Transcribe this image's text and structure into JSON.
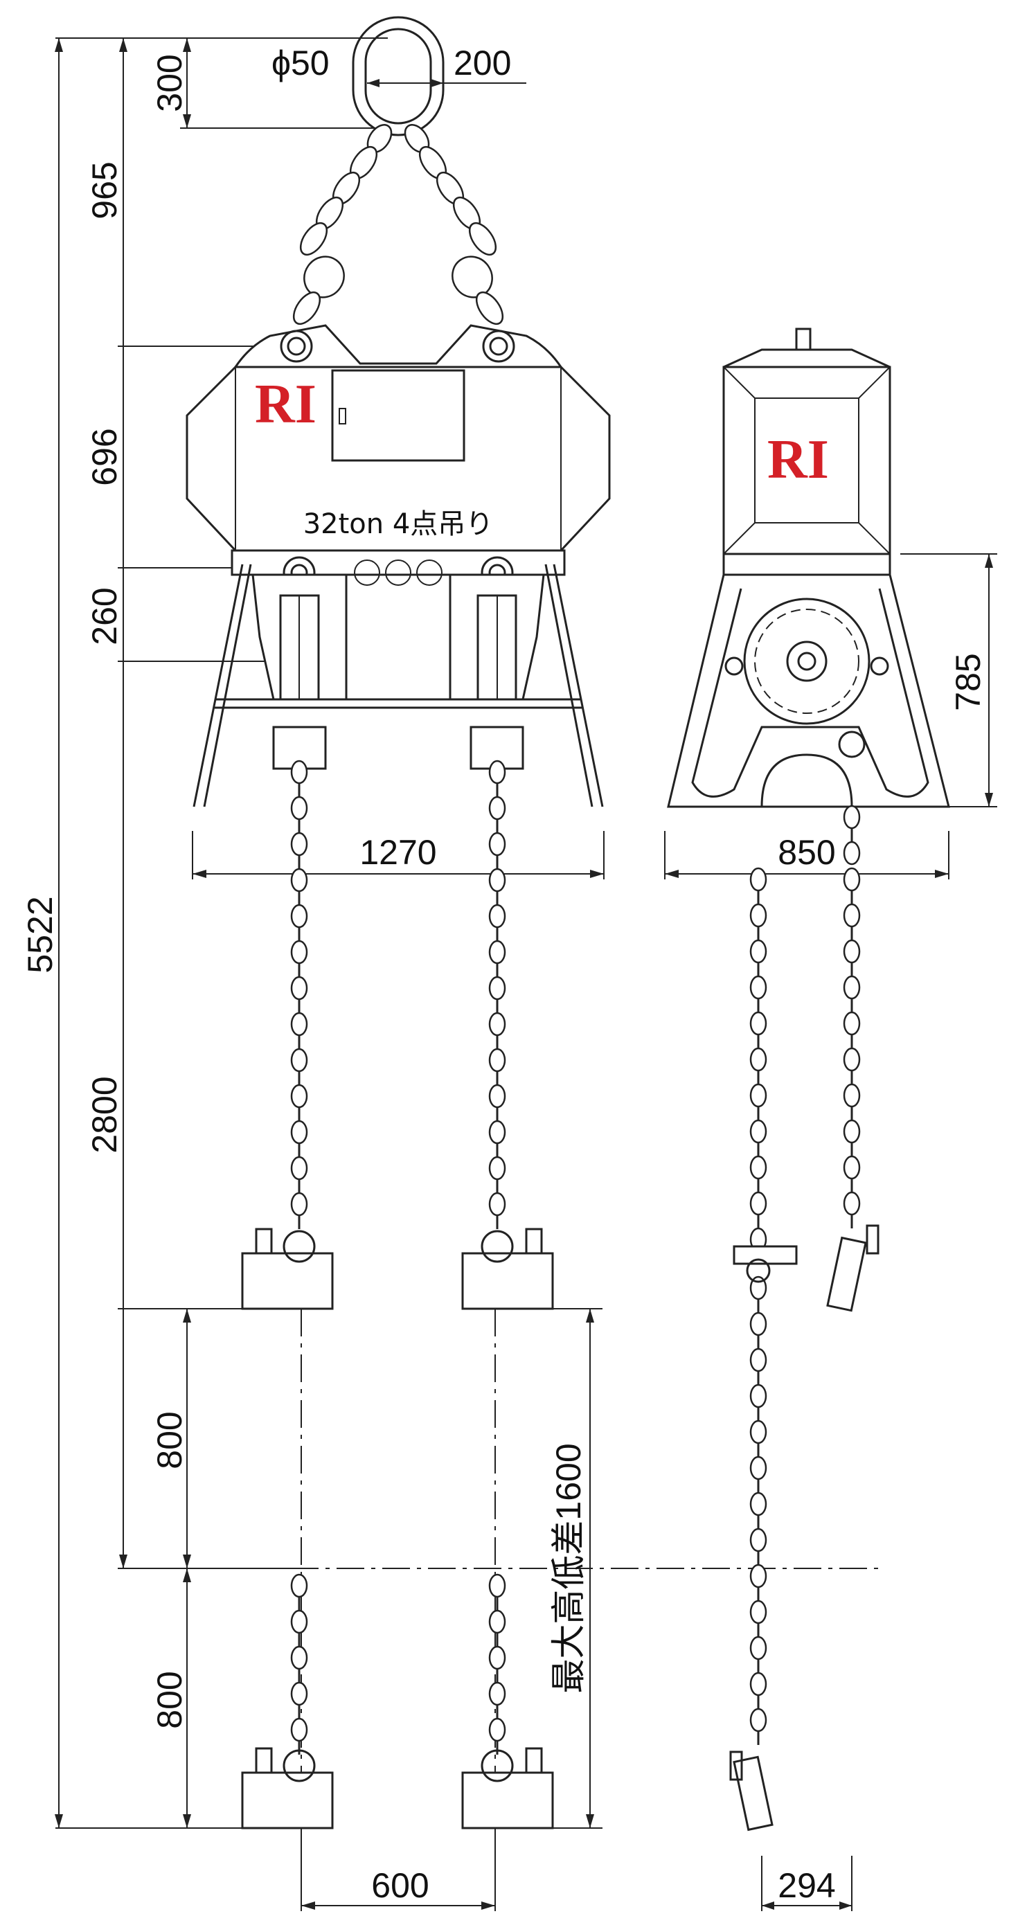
{
  "drawing": {
    "shackle_diameter": "ϕ50",
    "shackle_width": "200",
    "front_view": {
      "dimensions": {
        "total_height": "5522",
        "shackle_height": "300",
        "sling_height": "965",
        "body_height": "696",
        "trolley_height": "260",
        "chain_length": "2800",
        "hook_step_1": "800",
        "hook_step_2": "800",
        "overall_width": "1270",
        "hook_spacing": "600",
        "max_height_difference": "最大高低差1600"
      },
      "body_label": "32ton 4点吊り",
      "logo": "RI"
    },
    "side_view": {
      "dimensions": {
        "overall_width": "850",
        "frame_height": "785",
        "hook_offset": "294"
      },
      "logo": "RI"
    }
  }
}
